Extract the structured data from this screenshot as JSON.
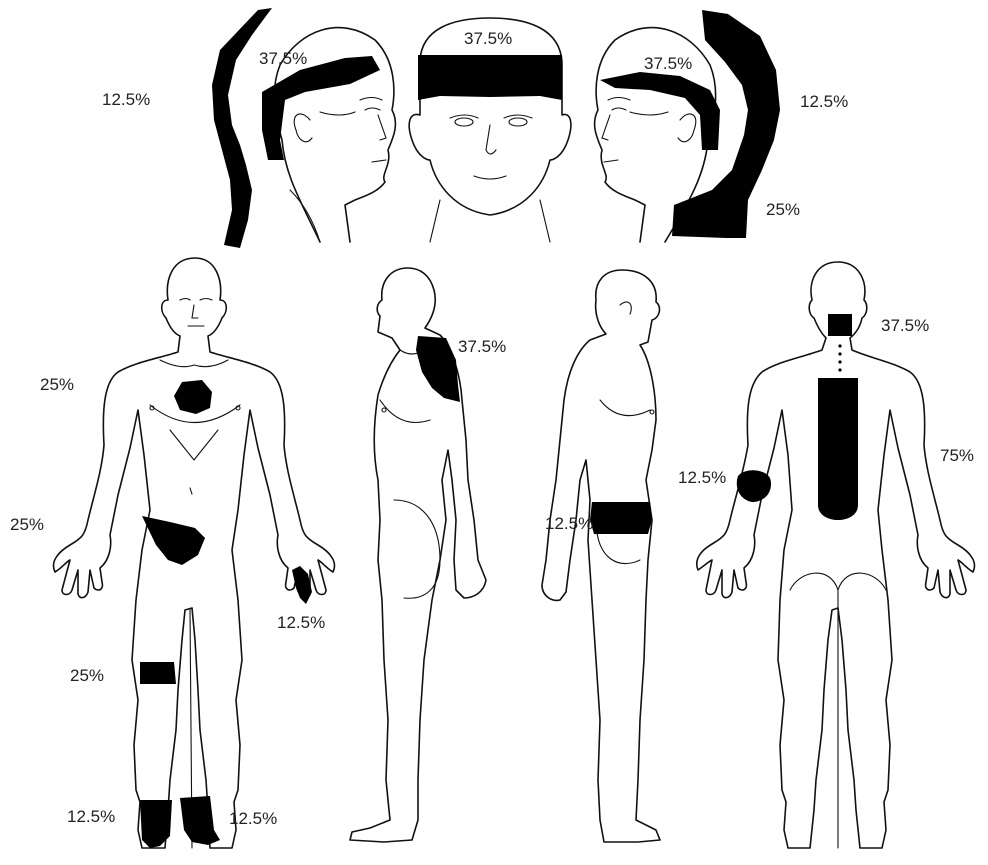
{
  "pain_map": {
    "labels": {
      "head_left_back": "12.5%",
      "head_left_temple": "37.5%",
      "head_front_forehead": "37.5%",
      "head_right_temple": "37.5%",
      "head_right_back": "12.5%",
      "head_right_neck": "25%",
      "front_chest": "25%",
      "front_abdomen": "25%",
      "front_left_hand": "12.5%",
      "front_knee": "25%",
      "front_right_foot": "12.5%",
      "front_left_foot": "12.5%",
      "side_shoulder": "37.5%",
      "side_hip": "12.5%",
      "back_neck": "37.5%",
      "back_spine": "75%",
      "back_elbow": "12.5%"
    },
    "marker_color": "#000000",
    "outline_color": "#111111"
  }
}
